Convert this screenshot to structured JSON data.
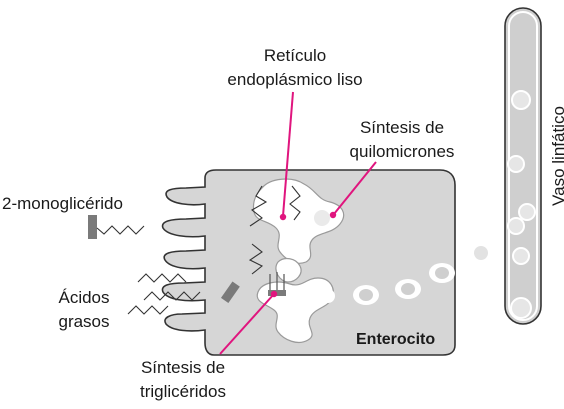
{
  "labels": {
    "reticulo_line1": "Retículo",
    "reticulo_line2": "endoplásmico liso",
    "quilo_line1": "Síntesis de",
    "quilo_line2": "quilomicrones",
    "monoglicerido": "2-monoglicérido",
    "acidos_line1": "Ácidos",
    "acidos_line2": "grasos",
    "trigli_line1": "Síntesis de",
    "trigli_line2": "triglicéridos",
    "enterocito": "Enterocito",
    "vaso": "Vaso linfático"
  },
  "colors": {
    "cell_fill": "#d6d6d6",
    "pointer": "#e0157e",
    "outline": "#333333",
    "vessel_fill": "#cfcfcf",
    "er_fill": "#ffffff",
    "molecule": "#7a7a7a"
  }
}
